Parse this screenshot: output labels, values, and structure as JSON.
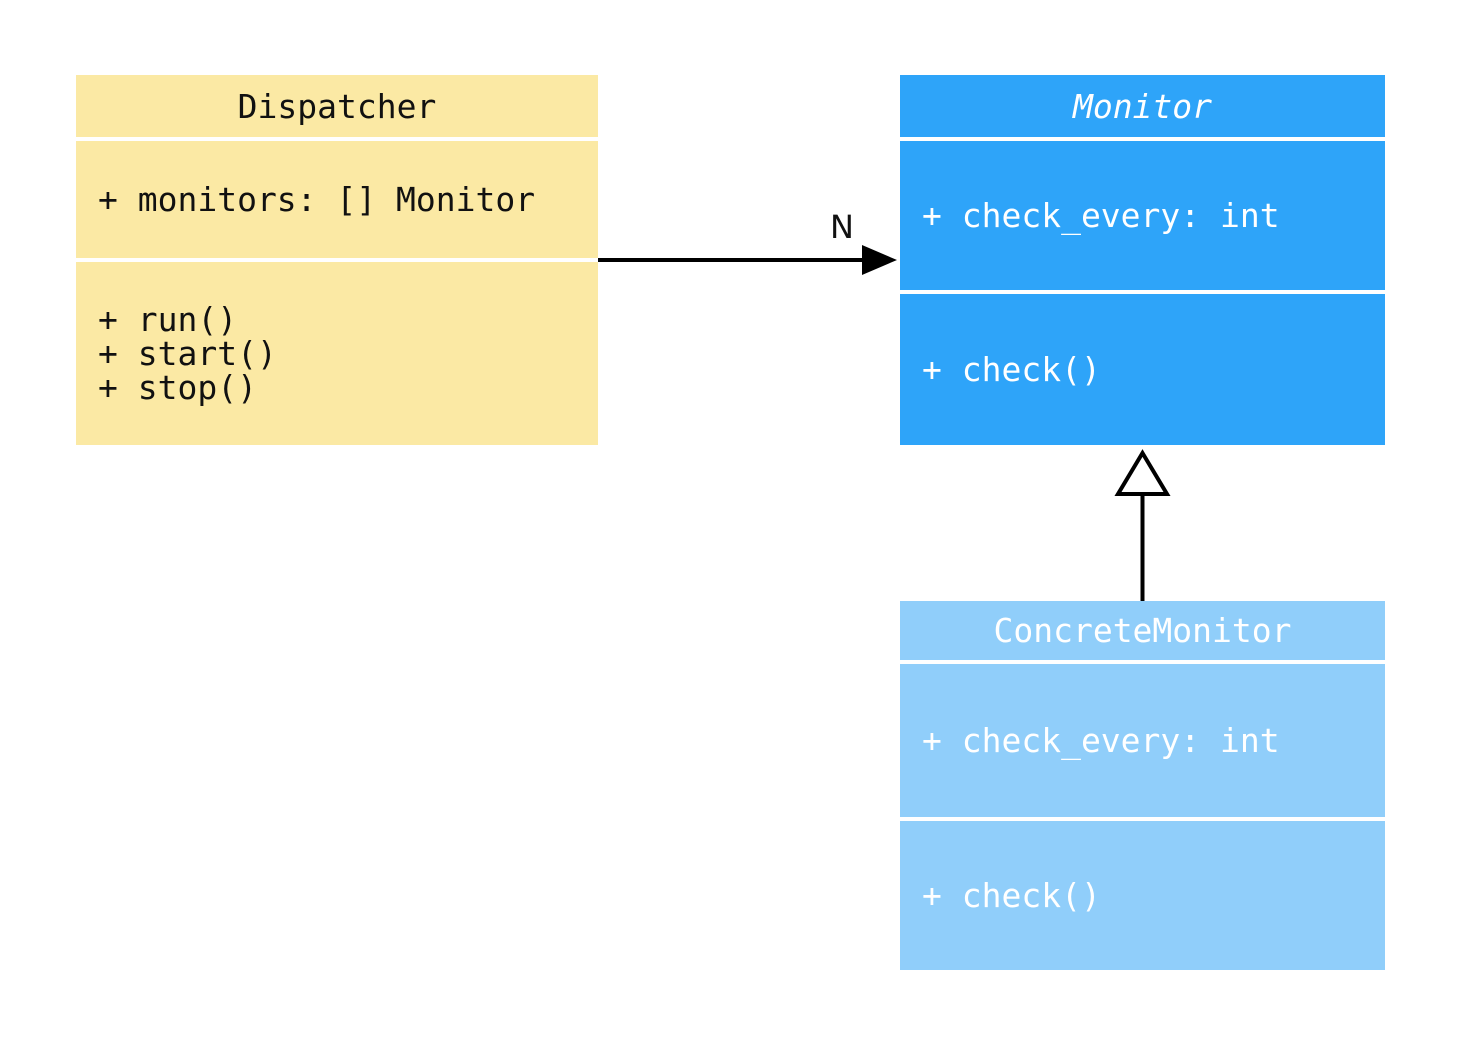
{
  "diagram": {
    "type": "uml-class-diagram",
    "background": "#ffffff",
    "relation_color": "#000000",
    "classes": [
      {
        "name": "Dispatcher",
        "title_italic": false,
        "fill": "#FBE9A4",
        "text_color": "#111111",
        "attributes": [
          "+ monitors: [] Monitor"
        ],
        "methods": [
          "+ run()",
          "+ start()",
          "+ stop()"
        ]
      },
      {
        "name": "Monitor",
        "title_italic": true,
        "fill": "#2EA4F9",
        "text_color": "#ffffff",
        "attributes": [
          "+ check_every: int"
        ],
        "methods": [
          "+ check()"
        ]
      },
      {
        "name": "ConcreteMonitor",
        "title_italic": false,
        "fill": "#90CEFA",
        "text_color": "#ffffff",
        "attributes": [
          "+ check_every: int"
        ],
        "methods": [
          "+ check()"
        ]
      }
    ],
    "relations": [
      {
        "type": "association",
        "from": "Dispatcher",
        "to": "Monitor",
        "label": "N"
      },
      {
        "type": "inheritance",
        "from": "ConcreteMonitor",
        "to": "Monitor",
        "label": ""
      }
    ]
  }
}
